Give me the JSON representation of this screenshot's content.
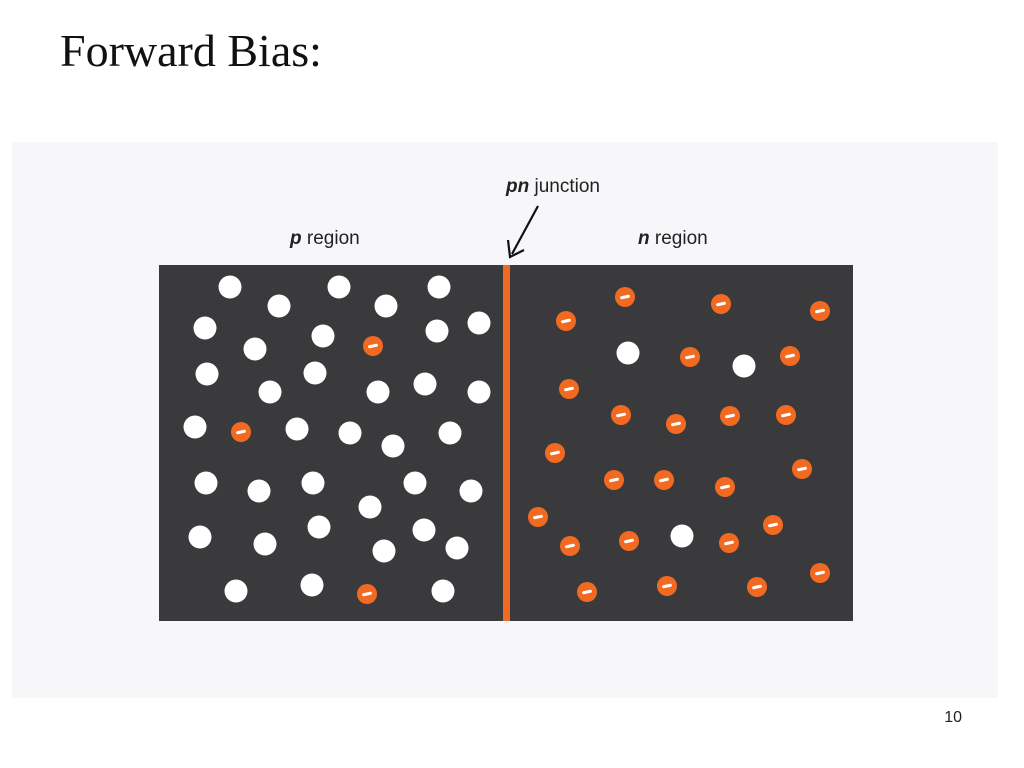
{
  "slide": {
    "title": "Forward Bias:",
    "page_number": "10"
  },
  "diagram": {
    "junction_label_italic": "pn",
    "junction_label_rest": " junction",
    "p_label_italic": "p",
    "p_label_rest": " region",
    "n_label_italic": "n",
    "n_label_rest": " region",
    "colors": {
      "background": "#3a3a3c",
      "junction": "#f26a21",
      "hole": "#ffffff",
      "electron": "#f26a21",
      "panel": "#f7f7f9"
    },
    "carrier_legend": {
      "hole": "white circle",
      "electron": "orange circle with minus sign"
    }
  }
}
